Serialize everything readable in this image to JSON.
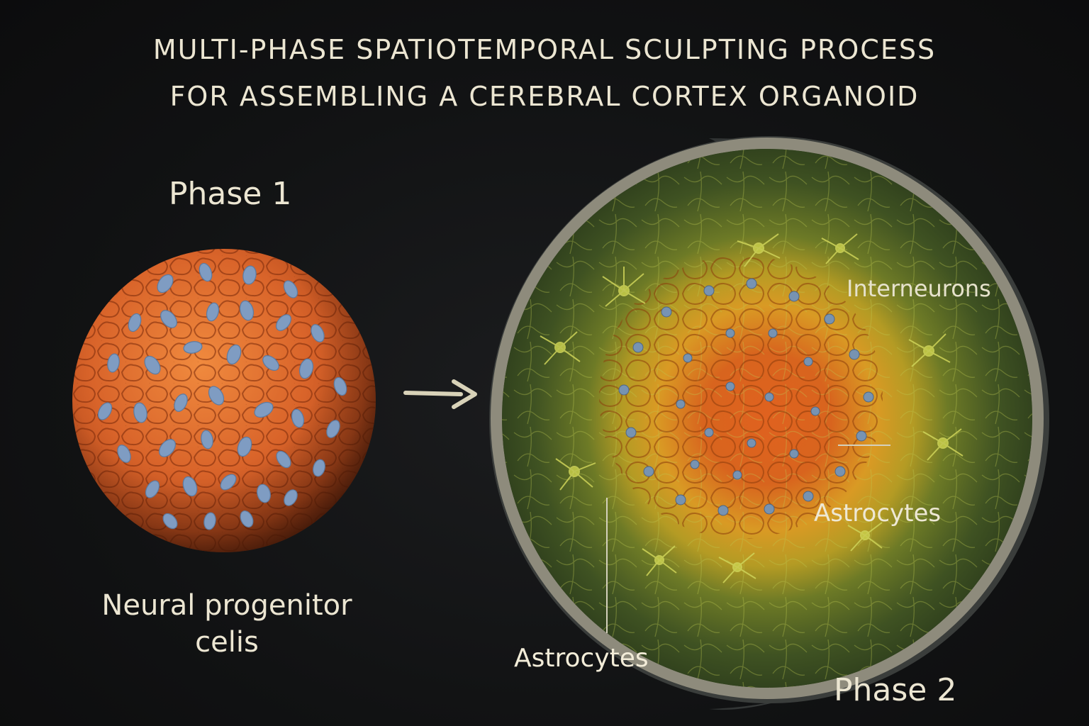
{
  "title": {
    "line1": "MULTI-PHASE SPATIOTEMPORAL SCULPTING PROCESS",
    "line2": "FOR ASSEMBLING A CEREBRAL CORTEX ORGANOID"
  },
  "phase1": {
    "label": "Phase 1",
    "caption_line1": "Neural progenitor",
    "caption_line2": "celis"
  },
  "phase2": {
    "label": "Phase 2",
    "labels": {
      "interneurons": "Interneurons",
      "astrocytes_inner": "Astrocytes",
      "astrocytes_outer": "Astrocytes"
    }
  },
  "colors": {
    "background": "#121314",
    "text": "#ece6d2",
    "sphere_orange": "#d9642a",
    "nucleus_blue": "#7f9cc2",
    "outer_green": "#3c4f22",
    "middle_yellow": "#c9a828",
    "rim_grey": "#8e8b7c"
  }
}
